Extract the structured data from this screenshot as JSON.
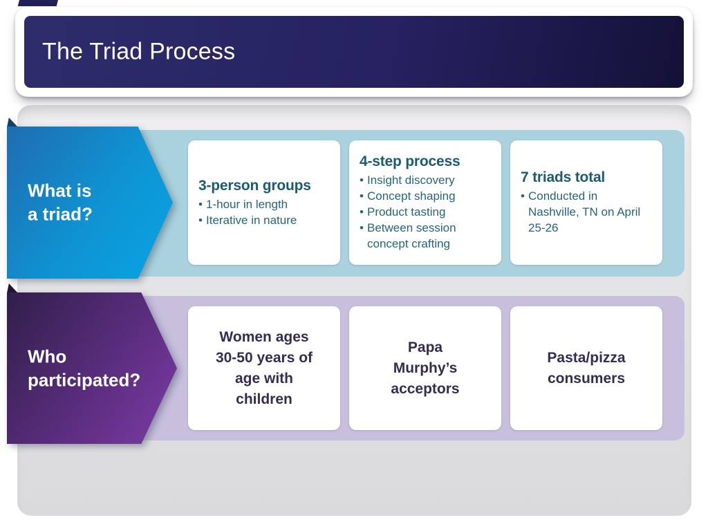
{
  "slide": {
    "title": "The Triad Process",
    "rows": [
      {
        "label": "What is\na triad?",
        "cards": [
          {
            "heading": "3-person groups",
            "bullets": [
              "1-hour in length",
              "Iterative in nature"
            ]
          },
          {
            "heading": "4-step process",
            "bullets": [
              "Insight discovery",
              "Concept shaping",
              "Product tasting",
              "Between session concept crafting"
            ]
          },
          {
            "heading": "7 triads total",
            "bullets": [
              "Conducted in\nNashville, TN on April\n25-26"
            ]
          }
        ]
      },
      {
        "label": "Who\nparticipated?",
        "cards": [
          {
            "heading": "Women ages\n30-50 years of\nage with\nchildren"
          },
          {
            "heading": "Papa\nMurphy’s\nacceptors"
          },
          {
            "heading": "Pasta/pizza\nconsumers"
          }
        ]
      }
    ],
    "colors": {
      "header_navy_start": "#2e2c6a",
      "header_navy_end": "#141138",
      "row1_band": "#a9d1de",
      "row1_arrow_start": "#1f6db1",
      "row1_arrow_end": "#08a4e5",
      "row1_text": "#1c5b72",
      "row2_band": "#c7bfdc",
      "row2_arrow_start": "#301f4a",
      "row2_arrow_end": "#7c3ba5",
      "row2_text": "#332d52",
      "card_background": "#ffffff"
    }
  }
}
